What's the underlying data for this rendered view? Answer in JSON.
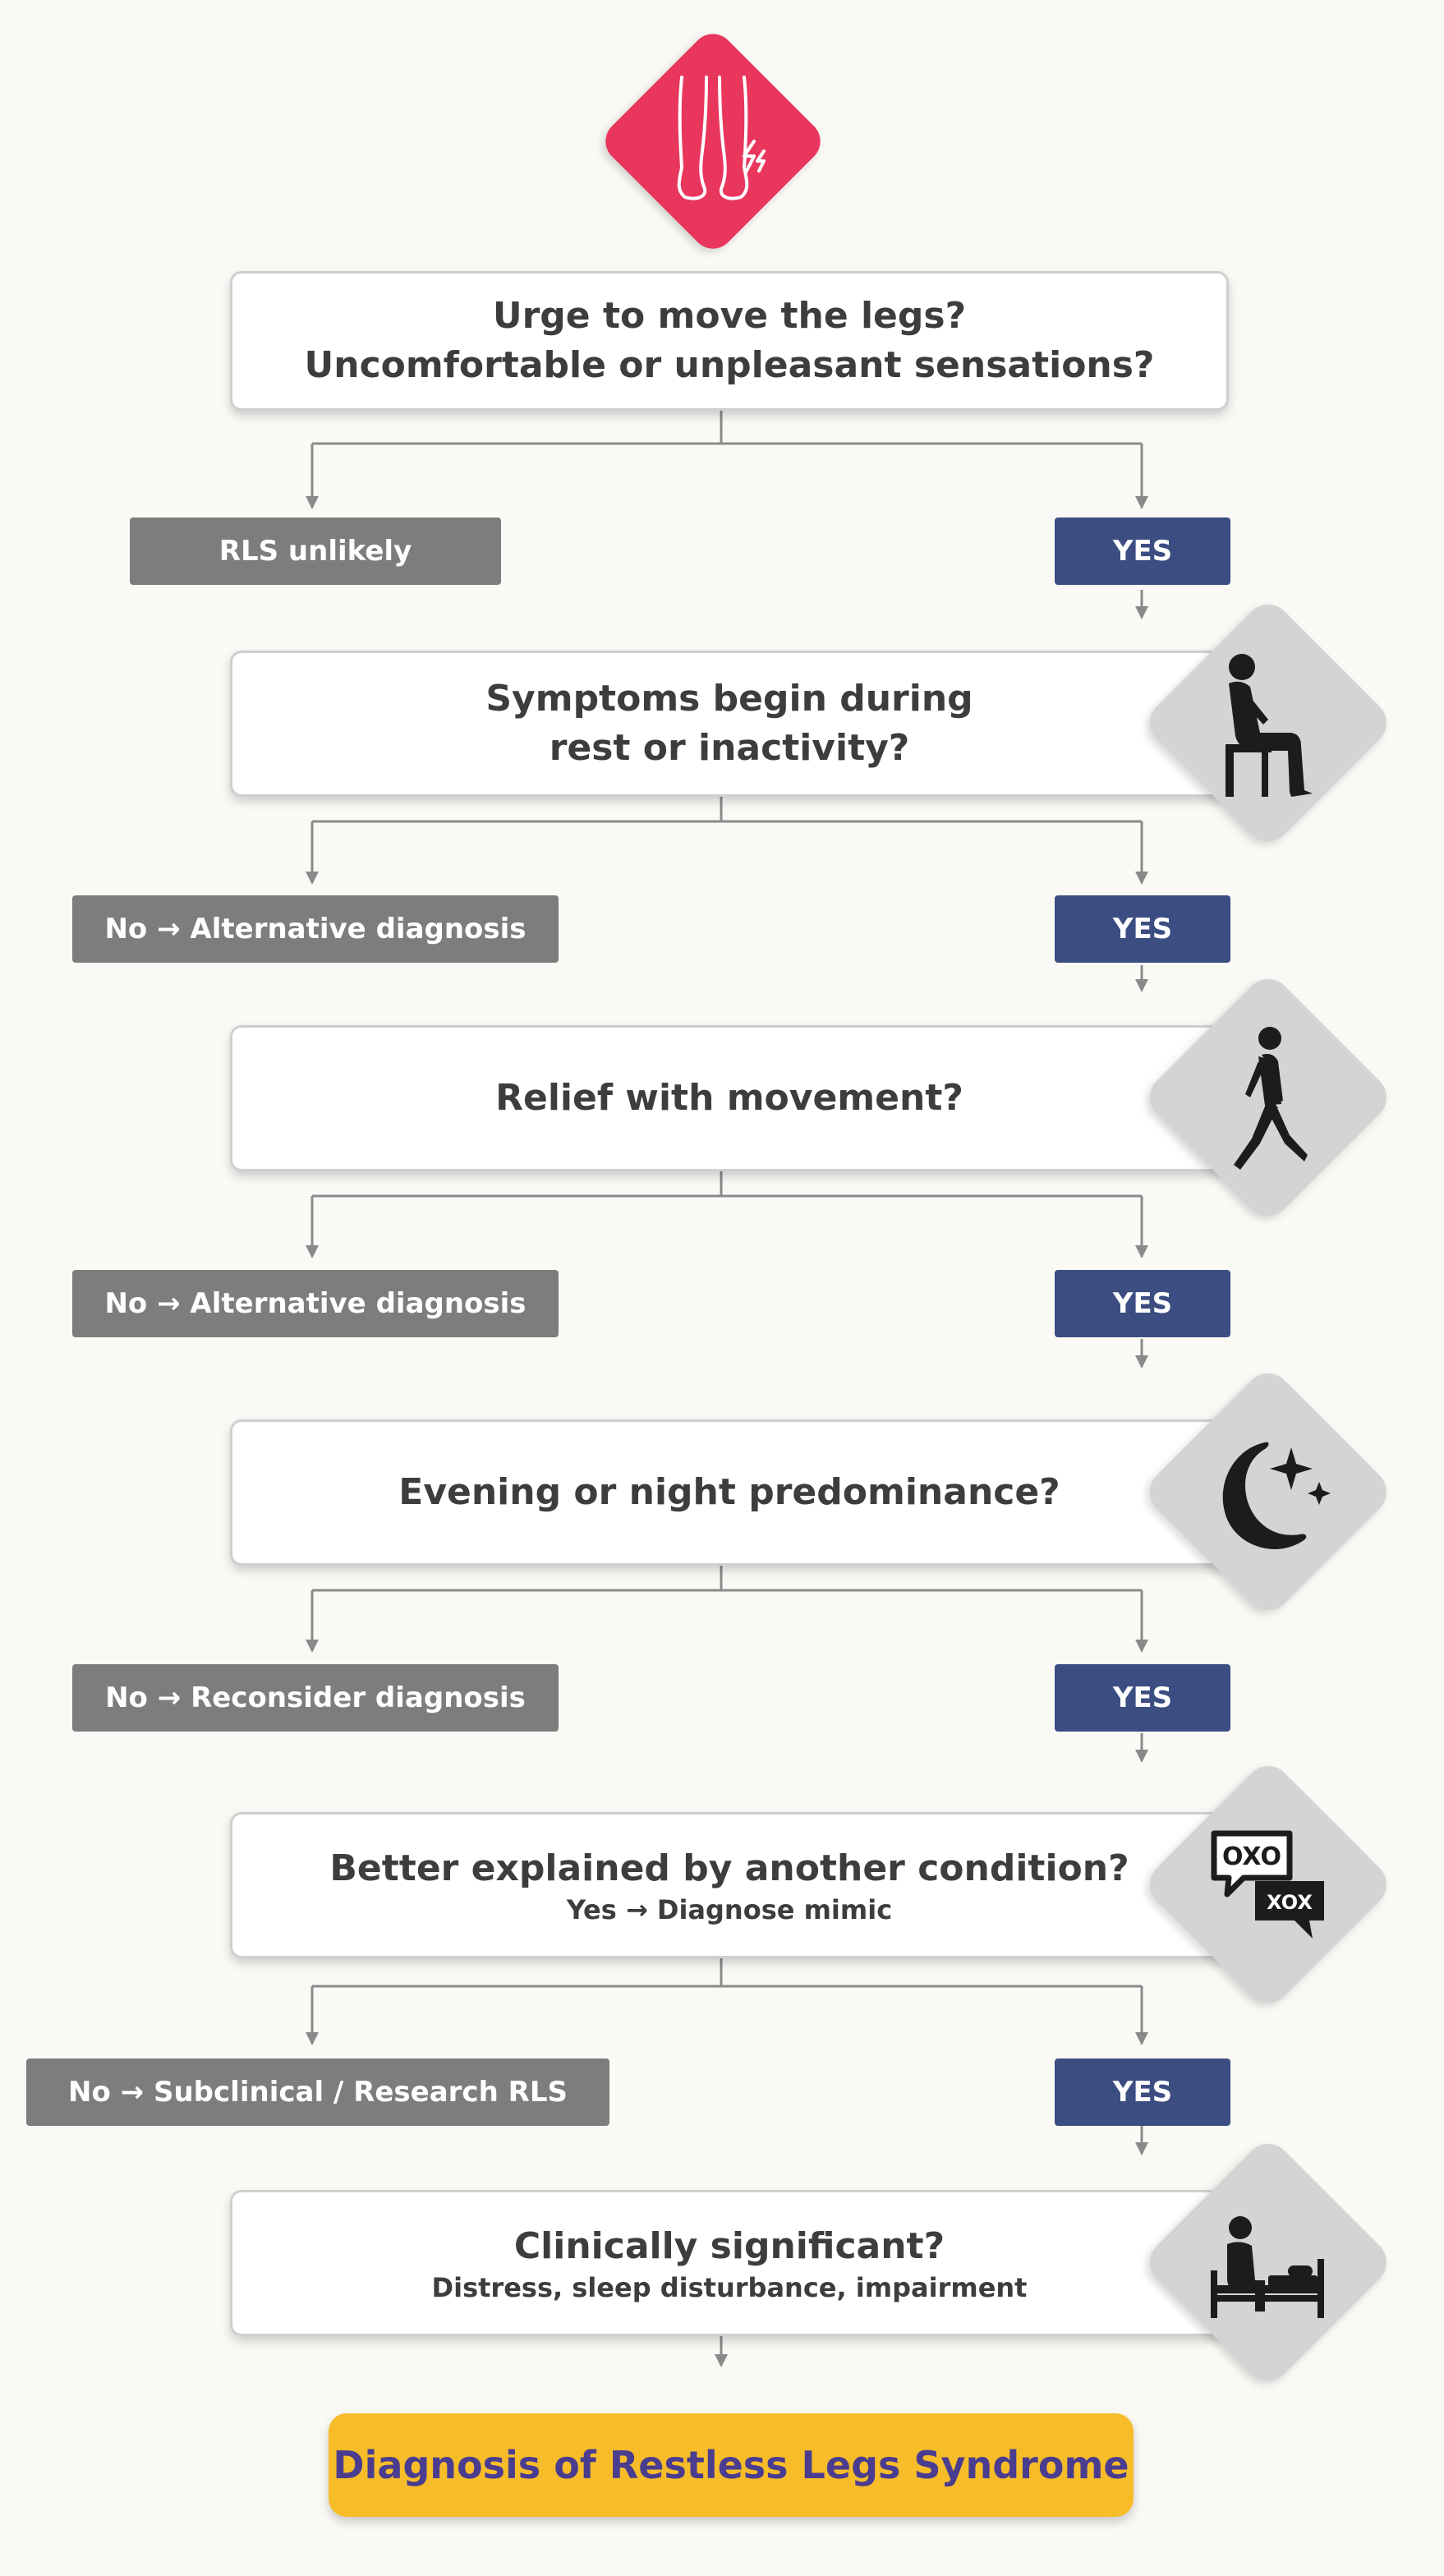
{
  "questions": [
    {
      "text": "Urge to move the legs?\nUncomfortable or unpleasant sensations?",
      "sub": ""
    },
    {
      "text": "Symptoms begin during\nrest or inactivity?",
      "sub": ""
    },
    {
      "text": "Relief with movement?",
      "sub": ""
    },
    {
      "text": "Evening or night predominance?",
      "sub": ""
    },
    {
      "text": "Better explained by another condition?",
      "sub": "Yes → Diagnose mimic"
    },
    {
      "text": "Clinically significant?",
      "sub": "Distress, sleep disturbance, impairment"
    }
  ],
  "no_labels": [
    "RLS unlikely",
    "No → Alternative diagnosis",
    "No → Alternative diagnosis",
    "No → Reconsider diagnosis",
    "No → Subclinical / Research RLS"
  ],
  "yes_label": "YES",
  "final": "Diagnosis of Restless Legs Syndrome",
  "icons": [
    "legs-pain-icon",
    "sitting-person-icon",
    "walking-person-icon",
    "moon-stars-icon",
    "speech-bubbles-icon",
    "person-on-bed-icon"
  ],
  "colors": {
    "header_icon": "#e8365d",
    "yes": "#3c4d82",
    "no": "#7d7d7d",
    "final": "#f7bd29",
    "final_text": "#4a3d8f"
  }
}
